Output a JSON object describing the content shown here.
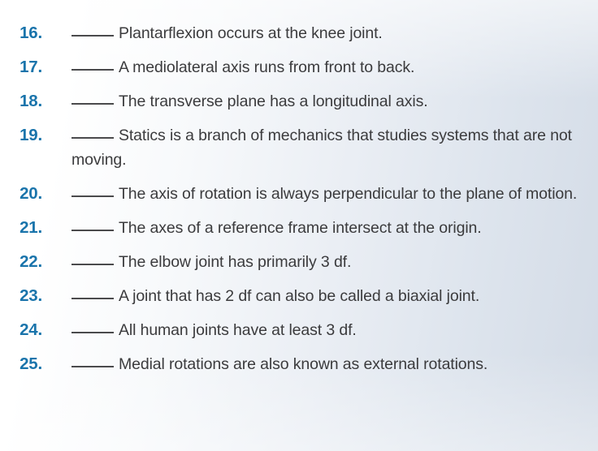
{
  "page": {
    "kind": "true-false-quiz-excerpt",
    "background_left_color": "#ffffff",
    "background_right_color": "#d3dbe6",
    "number_color": "#1a74ab",
    "text_color": "#3b3b3d",
    "blank_rule_color": "#4a4a4c"
  },
  "items": [
    {
      "number": "16.",
      "statement": "Plantarflexion occurs at the knee joint."
    },
    {
      "number": "17.",
      "statement": "A mediolateral axis runs from front to back."
    },
    {
      "number": "18.",
      "statement": "The transverse plane has a longitudinal axis."
    },
    {
      "number": "19.",
      "statement": "Statics is a branch of mechanics that studies systems that are not moving."
    },
    {
      "number": "20.",
      "statement": "The axis of rotation is always perpendicular to the plane of motion."
    },
    {
      "number": "21.",
      "statement": "The axes of a reference frame intersect at the origin."
    },
    {
      "number": "22.",
      "statement": "The elbow joint has primarily 3 df."
    },
    {
      "number": "23.",
      "statement": "A joint that has 2 df can also be called a biaxial joint."
    },
    {
      "number": "24.",
      "statement": "All human joints have at least 3 df."
    },
    {
      "number": "25.",
      "statement": "Medial rotations are also known as external rotations."
    }
  ]
}
